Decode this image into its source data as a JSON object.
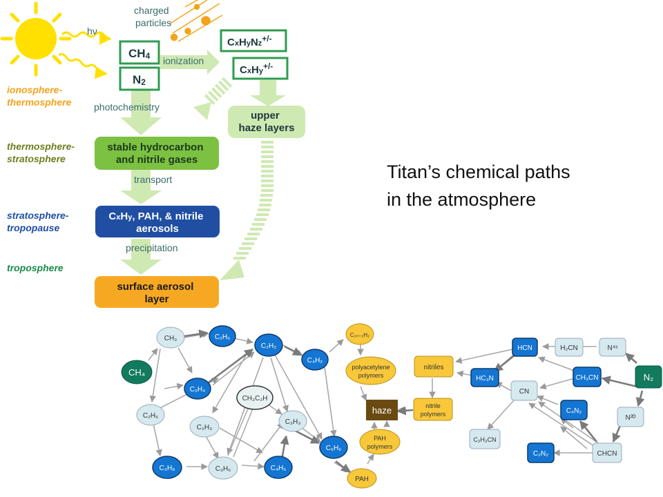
{
  "title": {
    "line1": "Titan’s chemical paths",
    "line2": "in the atmosphere"
  },
  "layers": {
    "ionosphere": [
      "ionosphere-",
      "thermosphere"
    ],
    "thermosphere": [
      "thermosphere-",
      "stratosphere"
    ],
    "stratosphere": [
      "stratosphere-",
      "tropopause"
    ],
    "troposphere": "troposphere"
  },
  "top_labels": {
    "photon": "hν",
    "charged_particles": [
      "charged",
      "particles"
    ],
    "ionization": "ionization",
    "photochemistry": "photochemistry",
    "transport": "transport",
    "precipitation": "precipitation"
  },
  "top_boxes": {
    "ch4": {
      "main": "CH",
      "sub": "4"
    },
    "n2": {
      "main": "N",
      "sub": "2"
    },
    "cxhynz": {
      "p1": "C",
      "s1": "x",
      "p2": "H",
      "s2": "y",
      "p3": "N",
      "s3": "z",
      "sup": "+/-"
    },
    "cxhy": {
      "p1": "C",
      "s1": "x",
      "p2": "H",
      "s2": "y",
      "sup": "+/-"
    },
    "upper_haze": [
      "upper",
      "haze layers"
    ],
    "stable_gases": [
      "stable hydrocarbon",
      "and nitrile gases"
    ],
    "aerosols": {
      "l1_c": "C",
      "l1_x": "x",
      "l1_h": "H",
      "l1_y": "y",
      "l1_rest": ", PAH, & nitrile",
      "l2": "aerosols"
    },
    "surface": [
      "surface aerosol",
      "layer"
    ]
  },
  "colors": {
    "sun": "#ffe000",
    "green_box_border": "#2e9b4e",
    "pale_green": "#cfe9b3",
    "stable_green": "#7dc142",
    "aerosol_blue": "#1f4ea3",
    "surface_orange": "#f7a823",
    "ionosphere_label": "#f5a31a",
    "thermosphere_label": "#6f7d1c",
    "stratosphere_label": "#1f4ea3",
    "troposphere_label": "#1a8a4a",
    "network_dark_blue": "#1476d2",
    "network_light": "#d6e9ef",
    "network_teal": "#127a5e",
    "network_yellow": "#f8c83a",
    "haze_brown": "#6b4a12"
  },
  "network": {
    "ch4": "CH₄",
    "ch3": "CH₃",
    "c2h6": "C₂H₆",
    "c2h2": "C₂H₂",
    "c4h2": "C₄H₂",
    "c2n2h2": "C₂ₙ₊₂H₂",
    "c2h4": "C₂H₄",
    "c2h5": "C₂H₅",
    "c2h3": "C₂H₃",
    "ch3c2h": "CH₃C₂H",
    "c3h3": "C₃H₃",
    "c3h8": "C₃H₈",
    "c3h6": "C₃H₆",
    "c4h6": "C₄H₆",
    "c6h6": "C₆H₆",
    "pah": "PAH",
    "polyacetylene": [
      "polyacetylene",
      "polymers"
    ],
    "haze": "haze",
    "pah_polymers": [
      "PAH",
      "polymers"
    ],
    "nitriles": "nitriles",
    "nitrile_polymers": [
      "nitrile",
      "polymers"
    ],
    "hcn": "HCN",
    "h2cn": "H₂CN",
    "n4s": "N⁴ˢ",
    "hc3n": "HC₃N",
    "cn": "CN",
    "ch3cn": "CH₃CN",
    "n2": "N₂",
    "c4n2": "C₄N₂",
    "n2d": "N²ᴰ",
    "c2h3cn": "C₂H₃CN",
    "c2n2": "C₂N₂",
    "chcn": "CHCN"
  }
}
